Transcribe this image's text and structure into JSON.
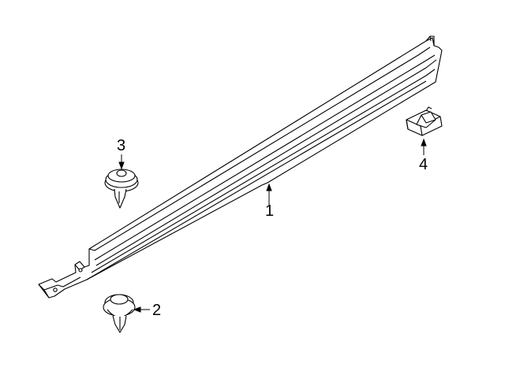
{
  "callouts": [
    {
      "id": "1",
      "label": "1",
      "part": "rocker-molding"
    },
    {
      "id": "2",
      "label": "2",
      "part": "push-clip"
    },
    {
      "id": "3",
      "label": "3",
      "part": "retainer-clip"
    },
    {
      "id": "4",
      "label": "4",
      "part": "clip-nut"
    }
  ],
  "colors": {
    "line": "#000000",
    "fill": "#ffffff",
    "background": "#ffffff"
  }
}
